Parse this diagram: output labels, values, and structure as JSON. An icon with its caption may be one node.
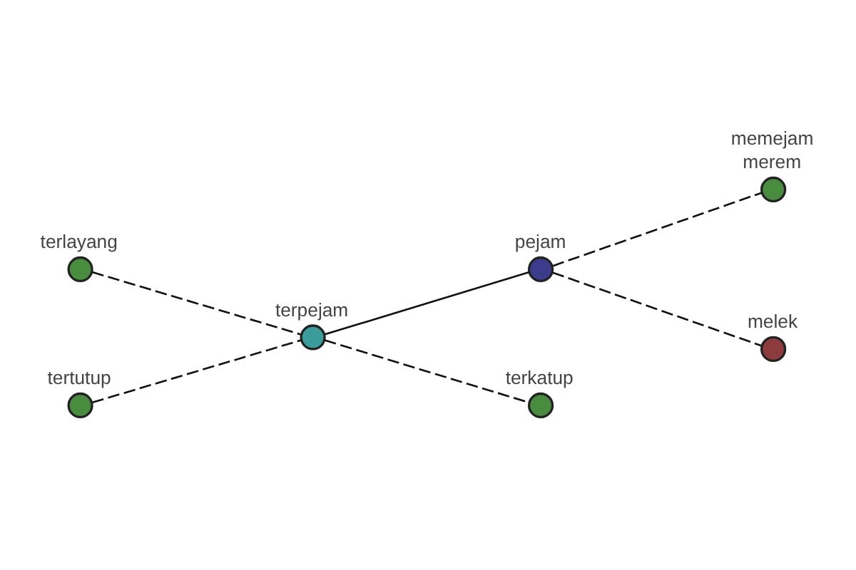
{
  "diagram": {
    "nodes": [
      {
        "text": [
          "memejam",
          "merem"
        ]
      },
      {
        "text": [
          "pejam"
        ]
      },
      {
        "text": [
          "melek"
        ]
      },
      {
        "text": [
          "terlayang"
        ]
      },
      {
        "text": [
          "terpejam"
        ]
      },
      {
        "text": [
          "tertutup"
        ]
      },
      {
        "text": [
          "terkatup"
        ]
      }
    ],
    "edges": [
      {
        "from": 4,
        "to": 1,
        "arrow": "none"
      },
      {
        "from": 3,
        "to": 4,
        "arrow": "none",
        "style": "dashed"
      },
      {
        "from": 5,
        "to": 4,
        "arrow": "none",
        "style": "dashed"
      },
      {
        "from": 4,
        "to": 6,
        "arrow": "none",
        "style": "dashed"
      },
      {
        "from": 1,
        "to": 0,
        "arrow": "none",
        "style": "dashed"
      },
      {
        "from": 1,
        "to": 2,
        "arrow": "none",
        "style": "dashed"
      }
    ]
  }
}
